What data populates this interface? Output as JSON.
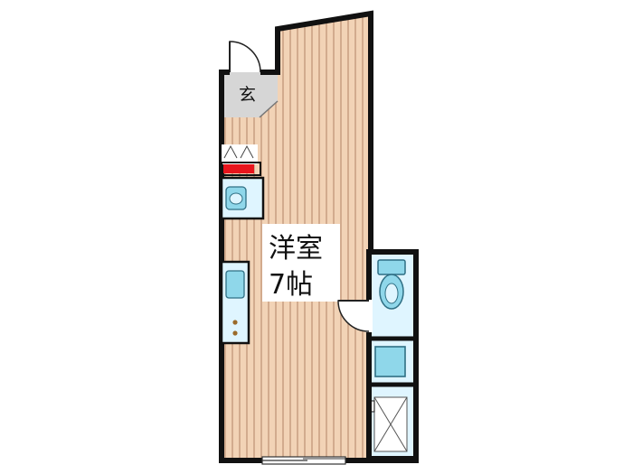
{
  "floor_plan": {
    "entrance_label": "玄",
    "main_room": {
      "name": "洋室",
      "size": "7帖"
    }
  },
  "colors": {
    "wall": "#111111",
    "floor_base": "#f2d3b6",
    "floor_stripe": "#c49a7c",
    "entrance_floor": "#d6d6d6",
    "wet_area": "#dff5ff",
    "fixture": "#8fd7ea",
    "fixture_stroke": "#2f6f84",
    "shoe_box": "#e8141c",
    "burner": "#9a6a2a"
  }
}
